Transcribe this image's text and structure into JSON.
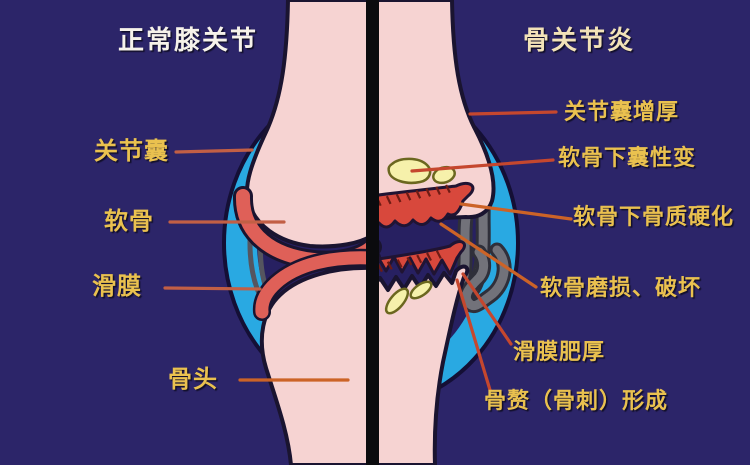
{
  "diagram": {
    "subject": "knee-joint-comparison",
    "titles": {
      "left": "正常膝关节",
      "right": "骨关节炎"
    },
    "normal_labels": [
      {
        "text": "关节囊"
      },
      {
        "text": "软骨"
      },
      {
        "text": "滑膜"
      },
      {
        "text": "骨头"
      }
    ],
    "oa_labels": [
      {
        "text": "关节囊增厚"
      },
      {
        "text": "软骨下囊性变"
      },
      {
        "text": "软骨下骨质硬化"
      },
      {
        "text": "软骨磨损、破坏"
      },
      {
        "text": "滑膜肥厚"
      },
      {
        "text": "骨赘（骨刺）形成"
      }
    ],
    "colors": {
      "background": "#2c2569",
      "divider": "#0b0b0e",
      "capsule_blue": "#29a9e2",
      "cavity": "#272061",
      "bone": "#f6d3d2",
      "bone_outline": "#1a1430",
      "cartilage": "#df6058",
      "cartilage_oa": "#d8483c",
      "cyst_fill": "#f6f1ab",
      "cyst_outline": "#6b671f",
      "synovium_gray": "#72727a",
      "synovium_dark": "#35353f",
      "leader_left": "#c25f45",
      "leader_right": "#c5472e",
      "leader_orange": "#cc6327",
      "label_gold": "#eac14f"
    }
  }
}
